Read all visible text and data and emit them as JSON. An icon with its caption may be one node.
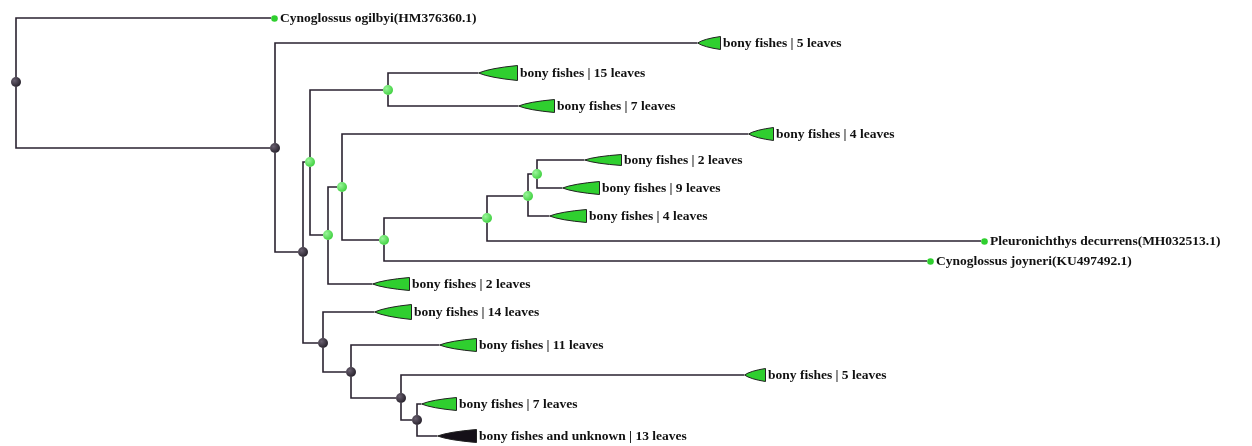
{
  "diagram": {
    "nodes": [
      {
        "text": [],
        "shape": "circle"
      },
      {
        "text": [
          "Cynoglossus ogilbyi(HM376360.1)"
        ]
      },
      {
        "text": [],
        "shape": "circle"
      },
      {
        "text": [
          "bony fishes | 5 leaves"
        ]
      },
      {
        "text": [],
        "shape": "circle"
      },
      {
        "text": [],
        "shape": "circle"
      },
      {
        "text": [],
        "shape": "circle"
      },
      {
        "text": [
          "bony fishes | 15 leaves"
        ]
      },
      {
        "text": [
          "bony fishes | 7 leaves"
        ]
      },
      {
        "text": [],
        "shape": "circle"
      },
      {
        "text": [],
        "shape": "circle"
      },
      {
        "text": [
          "bony fishes | 4 leaves"
        ]
      },
      {
        "text": [],
        "shape": "circle"
      },
      {
        "text": [],
        "shape": "circle"
      },
      {
        "text": [],
        "shape": "circle"
      },
      {
        "text": [],
        "shape": "circle"
      },
      {
        "text": [
          "bony fishes | 2 leaves"
        ]
      },
      {
        "text": [
          "bony fishes | 9 leaves"
        ]
      },
      {
        "text": [
          "bony fishes | 4 leaves"
        ]
      },
      {
        "text": [
          "Pleuronichthys decurrens(MH032513.1)"
        ]
      },
      {
        "text": [
          "Cynoglossus joyneri(KU497492.1)"
        ]
      },
      {
        "text": [
          "bony fishes | 2 leaves"
        ]
      },
      {
        "text": [],
        "shape": "circle"
      },
      {
        "text": [
          "bony fishes | 14 leaves"
        ]
      },
      {
        "text": [],
        "shape": "circle"
      },
      {
        "text": [
          "bony fishes | 11 leaves"
        ]
      },
      {
        "text": [],
        "shape": "circle"
      },
      {
        "text": [
          "bony fishes | 5 leaves"
        ]
      },
      {
        "text": [],
        "shape": "circle"
      },
      {
        "text": [
          "bony fishes | 7 leaves"
        ]
      },
      {
        "text": [
          "bony fishes and unknown | 13 leaves"
        ]
      }
    ],
    "edges": [
      {
        "from": 0,
        "to": 1,
        "arrow": "none"
      },
      {
        "from": 0,
        "to": 2,
        "arrow": "none"
      },
      {
        "from": 2,
        "to": 3,
        "arrow": "none"
      },
      {
        "from": 2,
        "to": 4,
        "arrow": "none"
      },
      {
        "from": 4,
        "to": 5,
        "arrow": "none"
      },
      {
        "from": 4,
        "to": 22,
        "arrow": "none"
      },
      {
        "from": 5,
        "to": 6,
        "arrow": "none"
      },
      {
        "from": 5,
        "to": 9,
        "arrow": "none"
      },
      {
        "from": 6,
        "to": 7,
        "arrow": "none"
      },
      {
        "from": 6,
        "to": 8,
        "arrow": "none"
      },
      {
        "from": 9,
        "to": 10,
        "arrow": "none"
      },
      {
        "from": 9,
        "to": 21,
        "arrow": "none"
      },
      {
        "from": 10,
        "to": 11,
        "arrow": "none"
      },
      {
        "from": 10,
        "to": 12,
        "arrow": "none"
      },
      {
        "from": 12,
        "to": 13,
        "arrow": "none"
      },
      {
        "from": 12,
        "to": 20,
        "arrow": "none"
      },
      {
        "from": 13,
        "to": 14,
        "arrow": "none"
      },
      {
        "from": 13,
        "to": 19,
        "arrow": "none"
      },
      {
        "from": 14,
        "to": 15,
        "arrow": "none"
      },
      {
        "from": 14,
        "to": 18,
        "arrow": "none"
      },
      {
        "from": 15,
        "to": 16,
        "arrow": "none"
      },
      {
        "from": 15,
        "to": 17,
        "arrow": "none"
      },
      {
        "from": 22,
        "to": 23,
        "arrow": "none"
      },
      {
        "from": 22,
        "to": 24,
        "arrow": "none"
      },
      {
        "from": 24,
        "to": 25,
        "arrow": "none"
      },
      {
        "from": 24,
        "to": 26,
        "arrow": "none"
      },
      {
        "from": 26,
        "to": 27,
        "arrow": "none"
      },
      {
        "from": 26,
        "to": 28,
        "arrow": "none"
      },
      {
        "from": 28,
        "to": 29,
        "arrow": "none"
      },
      {
        "from": 28,
        "to": 30,
        "arrow": "none"
      }
    ]
  }
}
